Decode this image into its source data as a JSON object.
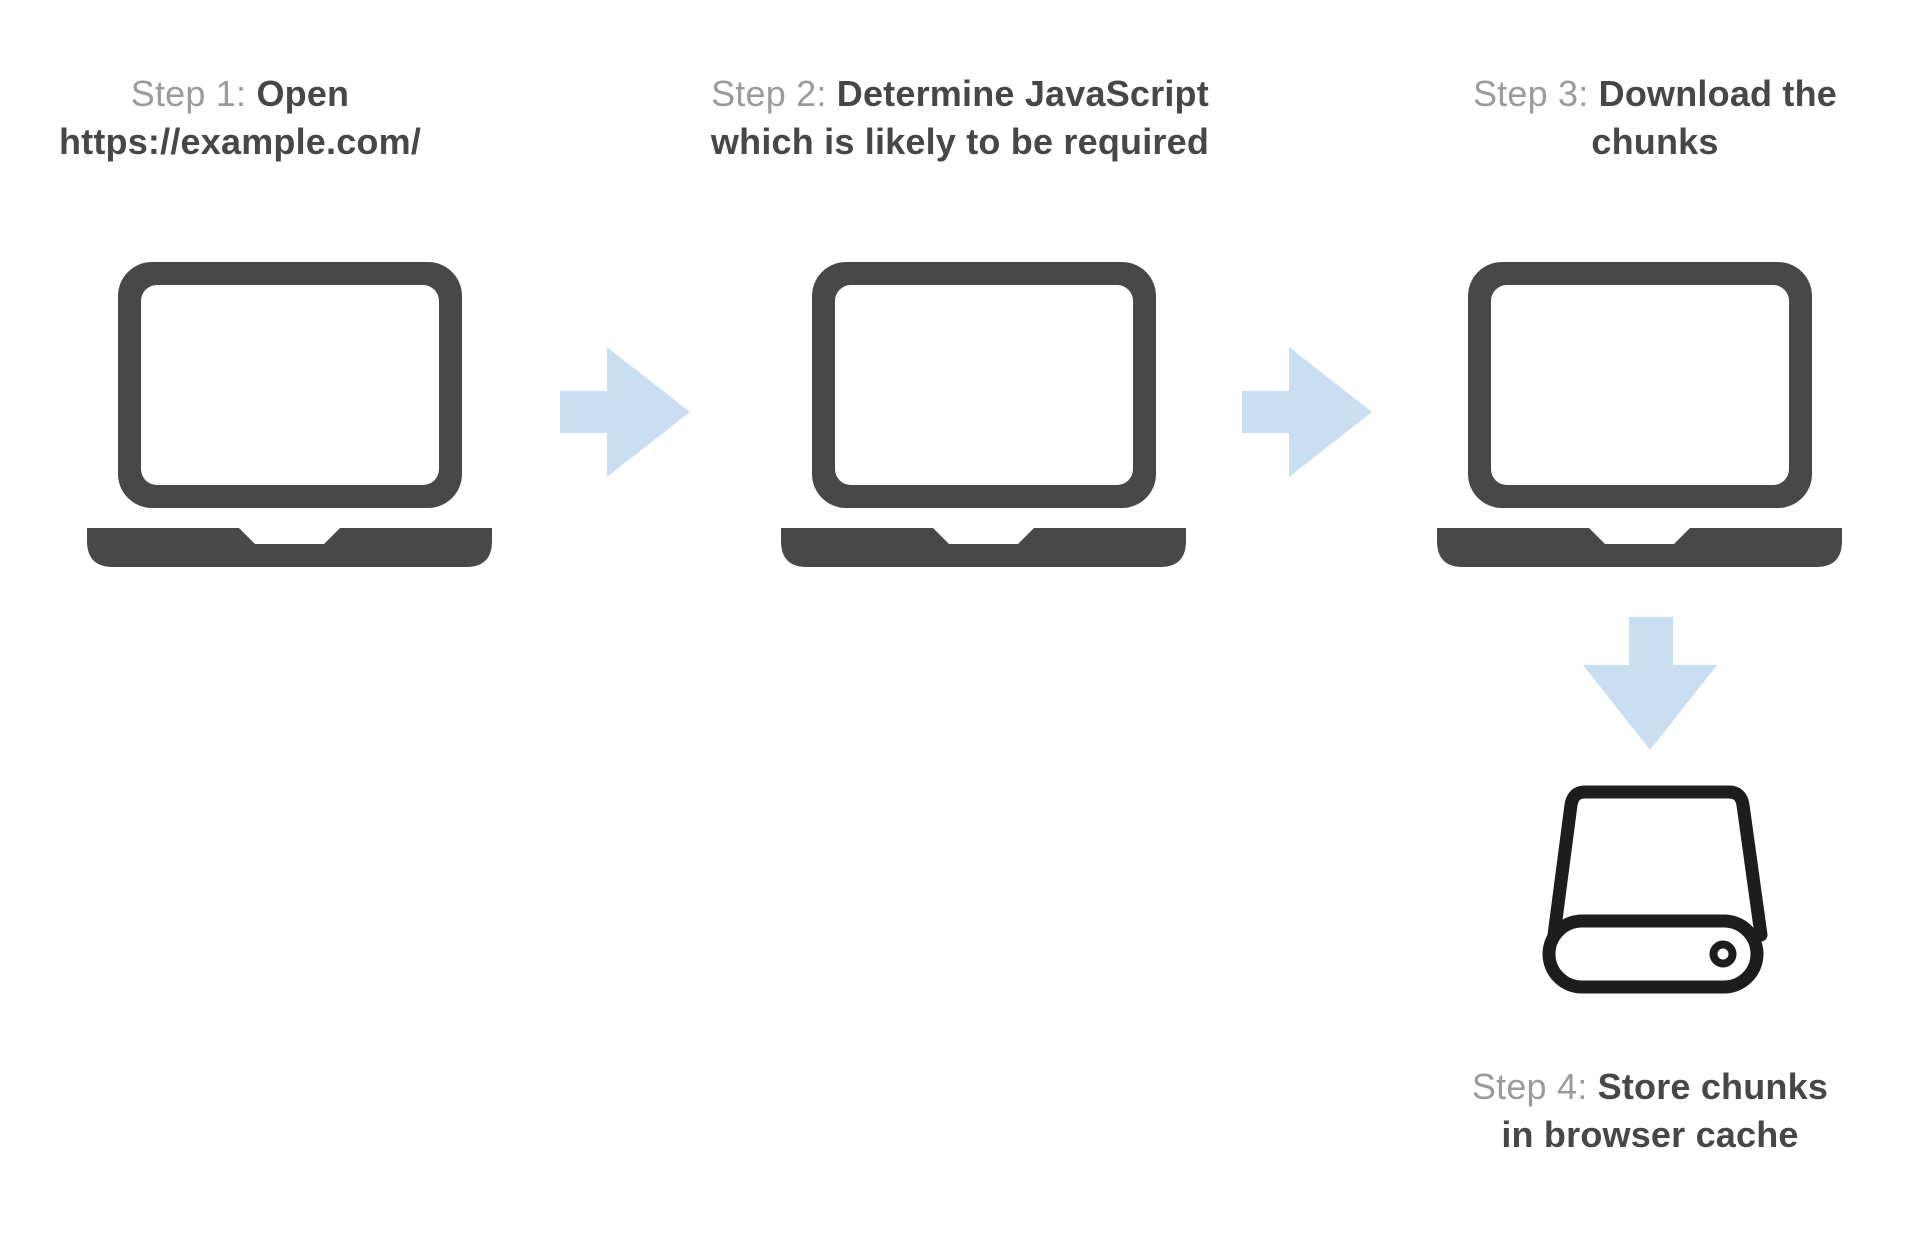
{
  "colors": {
    "page_bg": "#ffffff",
    "icon_dark": "#484848",
    "label_prefix": "#9b9b9b",
    "label_bold": "#474747",
    "arrow_blue": "#c9def0",
    "drive_outline": "#1d1d1d",
    "screen_fill": "#ffffff"
  },
  "steps": [
    {
      "prefix": "Step 1:",
      "bold_line1": "Open",
      "bold_line2": "https://example.com/",
      "icon": "laptop"
    },
    {
      "prefix": "Step 2:",
      "bold_line1": "Determine JavaScript",
      "bold_line2": "which is likely to be required",
      "icon": "laptop"
    },
    {
      "prefix": "Step 3:",
      "bold_line1": "Download the",
      "bold_line2": "chunks",
      "icon": "laptop"
    },
    {
      "prefix": "Step 4:",
      "bold_line1": "Store chunks",
      "bold_line2": "in browser cache",
      "icon": "hard-drive"
    }
  ],
  "arrows": [
    {
      "direction": "right",
      "from": "step-1",
      "to": "step-2"
    },
    {
      "direction": "right",
      "from": "step-2",
      "to": "step-3"
    },
    {
      "direction": "down",
      "from": "step-3",
      "to": "step-4"
    }
  ]
}
